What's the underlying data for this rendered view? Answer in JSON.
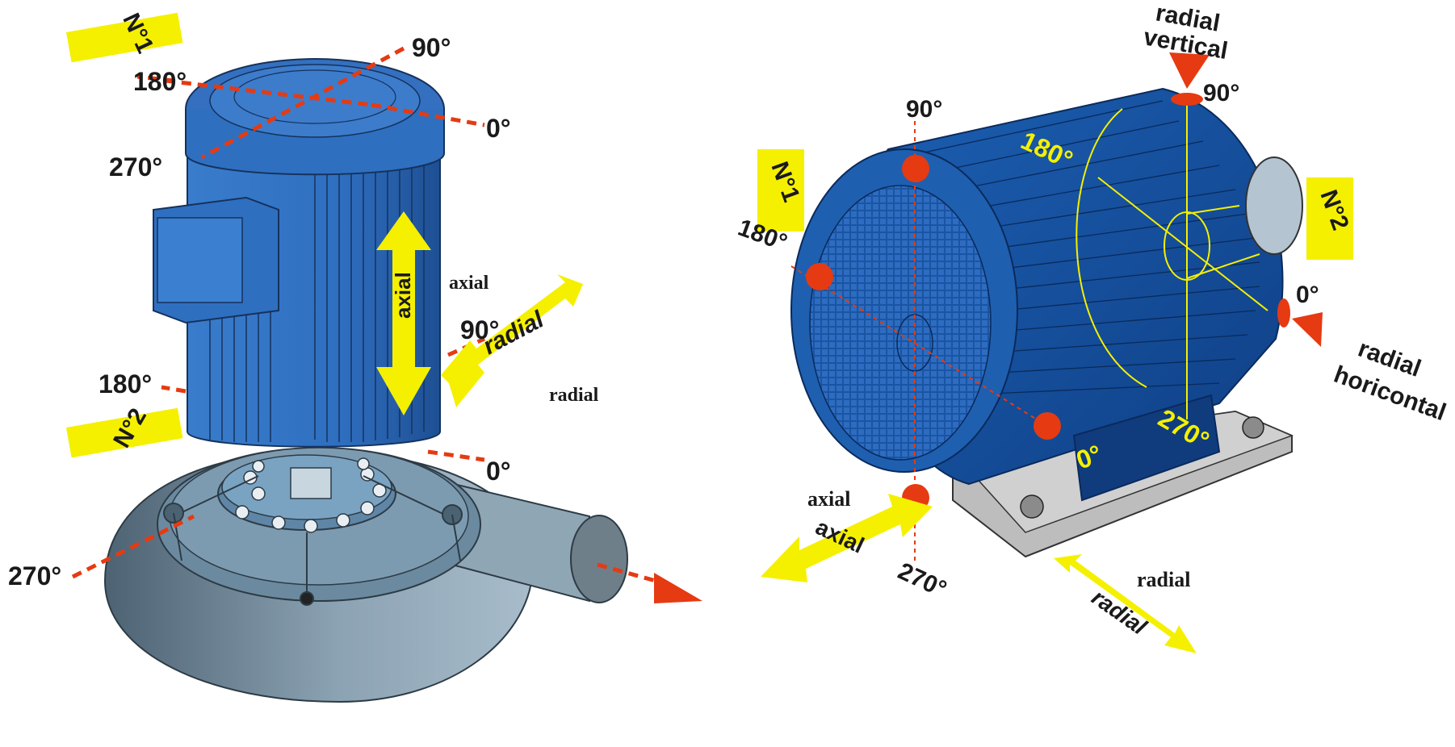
{
  "left_pump": {
    "tag_top": "N°1",
    "tag_bottom": "N°2",
    "top_angles": {
      "a90": "90°",
      "a180": "180°",
      "a0": "0°",
      "a270": "270°"
    },
    "bottom_angles": {
      "a90": "90°",
      "a180": "180°",
      "a0": "0°",
      "a270": "270°"
    },
    "axial_arrow_text": "axial",
    "axial_label": "axial",
    "radial_arrow_text": "radial",
    "radial_label": "radial"
  },
  "right_motor": {
    "tag_front": "N°1",
    "tag_rear": "N°2",
    "front_angles": {
      "a90": "90°",
      "a180": "180°",
      "a0": "0°",
      "a270": "270°"
    },
    "rear_angles": {
      "a90": "90°",
      "a180": "180°",
      "a0": "0°",
      "a270": "270°"
    },
    "radial_vertical_line1": "radial",
    "radial_vertical_line2": "vertical",
    "radial_horizontal_line1": "radial",
    "radial_horizontal_line2": "horicontal",
    "axial_label": "axial",
    "axial_arrow_text": "axial",
    "radial_label": "radial",
    "radial_arrow_text": "radial"
  },
  "colors": {
    "motor_blue": "#2f6fc0",
    "motor_dark": "#1b4f96",
    "pump_grey": "#7f97a8",
    "label_yellow": "#f5f000",
    "marker_red": "#e63a12"
  }
}
